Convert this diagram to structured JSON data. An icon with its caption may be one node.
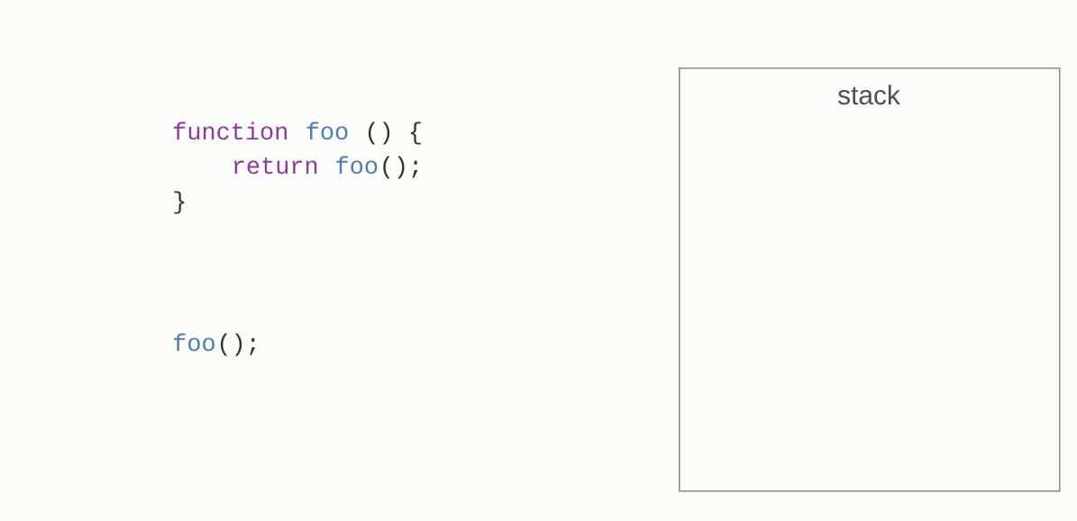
{
  "diagram": {
    "nodes": [
      {
        "text": [
          "stack"
        ]
      }
    ],
    "labels": [
      "function",
      "foo",
      "() {",
      "return",
      "foo",
      "();",
      "}",
      "foo",
      "();"
    ]
  }
}
